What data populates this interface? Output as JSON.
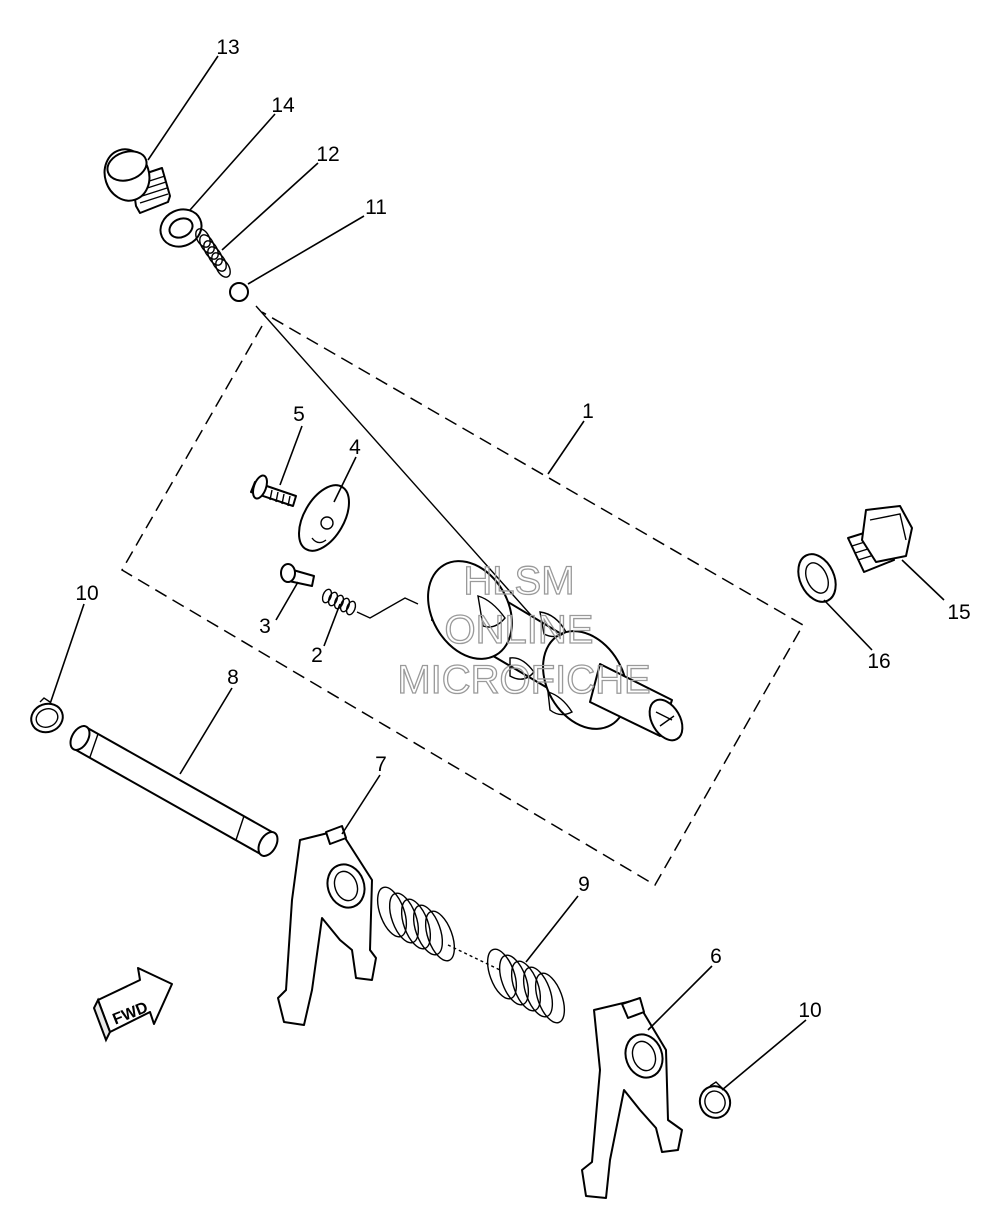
{
  "watermark": {
    "line1": "HLSM",
    "line2": "ONLINE",
    "line3": "MICROFICHE"
  },
  "fwd_label": "FWD",
  "callouts": [
    {
      "id": "c13",
      "label": "13"
    },
    {
      "id": "c14",
      "label": "14"
    },
    {
      "id": "c12",
      "label": "12"
    },
    {
      "id": "c11",
      "label": "11"
    },
    {
      "id": "c1",
      "label": "1"
    },
    {
      "id": "c5",
      "label": "5"
    },
    {
      "id": "c4",
      "label": "4"
    },
    {
      "id": "c3",
      "label": "3"
    },
    {
      "id": "c2",
      "label": "2"
    },
    {
      "id": "c10a",
      "label": "10"
    },
    {
      "id": "c8",
      "label": "8"
    },
    {
      "id": "c7",
      "label": "7"
    },
    {
      "id": "c9",
      "label": "9"
    },
    {
      "id": "c6",
      "label": "6"
    },
    {
      "id": "c10b",
      "label": "10"
    },
    {
      "id": "c15",
      "label": "15"
    },
    {
      "id": "c16",
      "label": "16"
    }
  ]
}
